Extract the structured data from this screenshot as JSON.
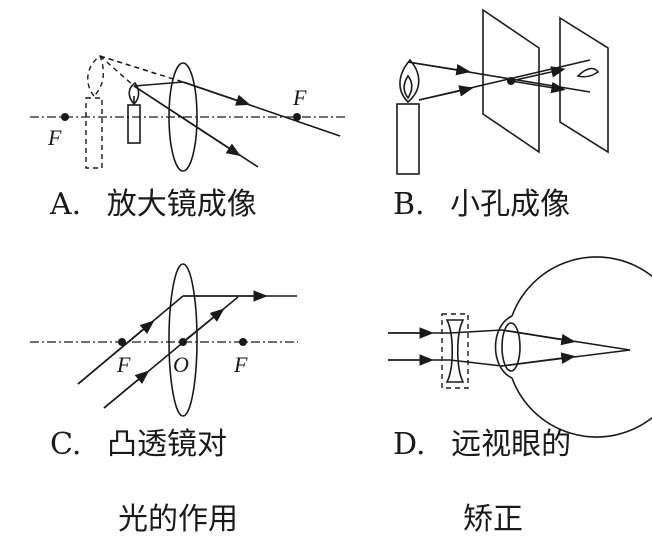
{
  "panels": [
    {
      "letter": "A.",
      "caption": "放大镜成像",
      "labels": {
        "f_left": "F",
        "f_right": "F"
      }
    },
    {
      "letter": "B.",
      "caption": "小孔成像"
    },
    {
      "letter": "C.",
      "caption_line1": "凸透镜对",
      "caption_line2": "光的作用",
      "labels": {
        "f_left": "F",
        "o": "O",
        "f_right": "F"
      }
    },
    {
      "letter": "D.",
      "caption_line1": "远视眼的",
      "caption_line2": "矫正"
    }
  ]
}
